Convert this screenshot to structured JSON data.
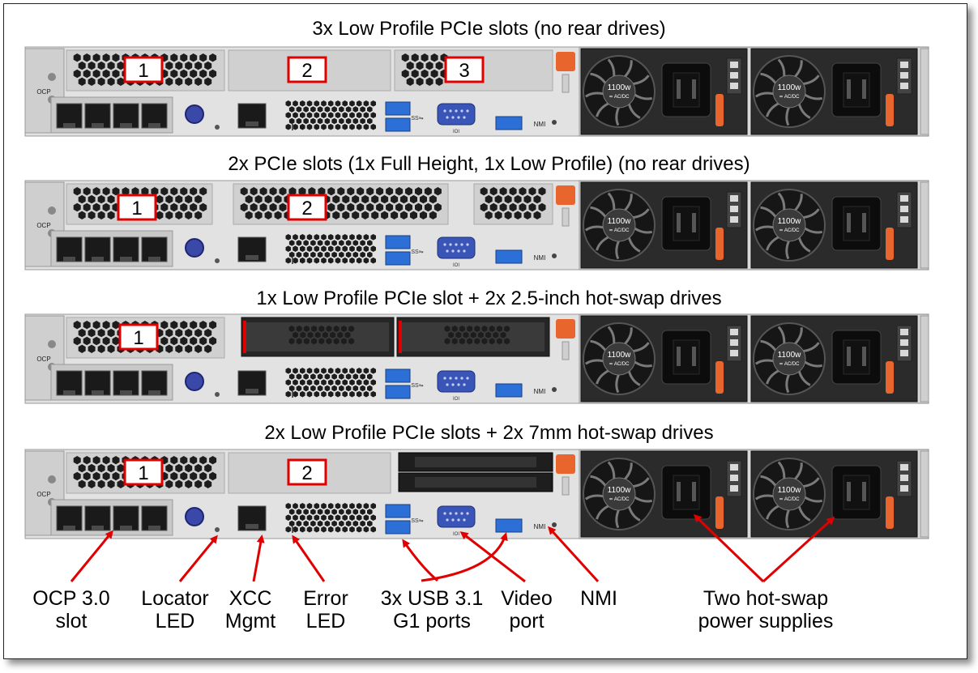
{
  "configurations": [
    {
      "title": "3x Low Profile PCIe slots (no rear drives)",
      "slot_labels": [
        "1",
        "2",
        "3"
      ]
    },
    {
      "title": "2x PCIe slots (1x Full Height, 1x Low Profile) (no rear drives)",
      "slot_labels": [
        "1",
        "2"
      ]
    },
    {
      "title": "1x Low Profile PCIe slot + 2x 2.5-inch hot-swap drives",
      "slot_labels": [
        "1"
      ]
    },
    {
      "title": "2x Low Profile PCIe slots + 2x 7mm hot-swap drives",
      "slot_labels": [
        "1",
        "2"
      ]
    }
  ],
  "chassis_markings": {
    "ocp": "OCP",
    "psu_wattage": "1100w",
    "psu_type": "≂ AC/DC",
    "nmi": "NMI",
    "video": "IOI",
    "usb": "SS⇋"
  },
  "callouts": {
    "ocp_slot": [
      "OCP 3.0",
      "slot"
    ],
    "locator_led": [
      "Locator",
      "LED"
    ],
    "xcc_mgmt": [
      "XCC",
      "Mgmt"
    ],
    "error_led": [
      "Error",
      "LED"
    ],
    "usb_ports": [
      "3x USB 3.1",
      "G1 ports"
    ],
    "video_port": [
      "Video",
      "port"
    ],
    "nmi": [
      "NMI"
    ],
    "power_supplies": [
      "Two hot-swap",
      "power supplies"
    ]
  },
  "colors": {
    "callout_red": "#e00000",
    "chassis_light": "#d9d9d9",
    "chassis_dark": "#2b2b2b",
    "release_orange": "#e8662d",
    "usb_blue": "#2c6fd6",
    "video_blue": "#3a55b8"
  }
}
